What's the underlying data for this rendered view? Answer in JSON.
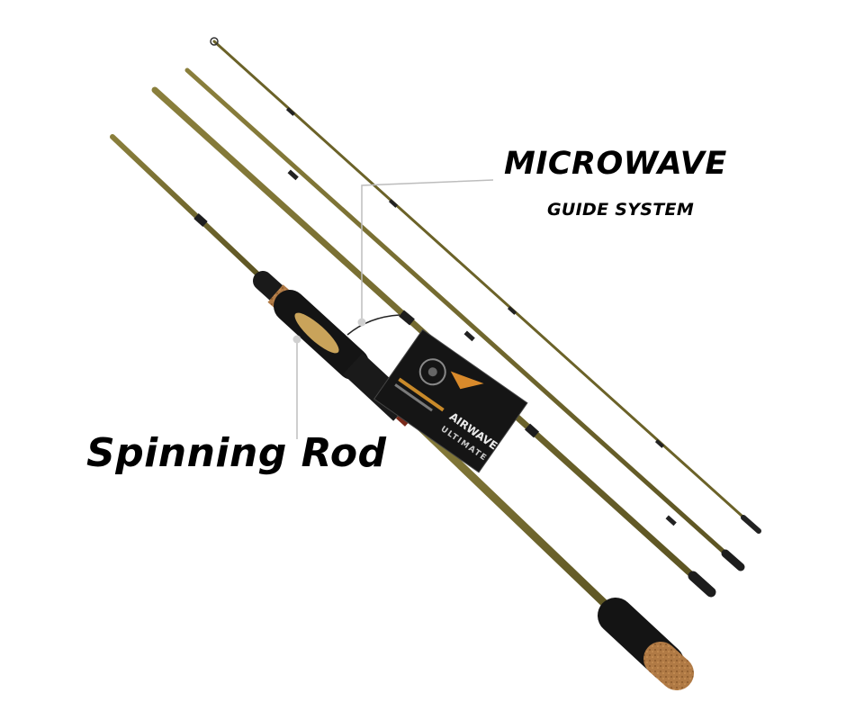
{
  "labels": {
    "guide_title": "MICROWAVE",
    "guide_subtitle": "GUIDE SYSTEM",
    "rod_title": "Spinning Rod"
  },
  "hang_tag": {
    "brand_line": "AIRWAVE",
    "model_line": "ULTIMATE"
  },
  "colors": {
    "background": "#ffffff",
    "blank": "#6b6228",
    "blank_highlight": "#9b8f46",
    "grip_foam": "#1a1a1a",
    "cork": "#b07a45",
    "reel_seat_insert": "#c9a35a",
    "callout_line": "#bdbdbd",
    "label_text": "#000000"
  },
  "icons": {
    "rod_sections": "fishing-rod-section-icon",
    "line_guides": "rod-guide-ring-icon",
    "hang_tag": "product-hang-tag-icon"
  }
}
